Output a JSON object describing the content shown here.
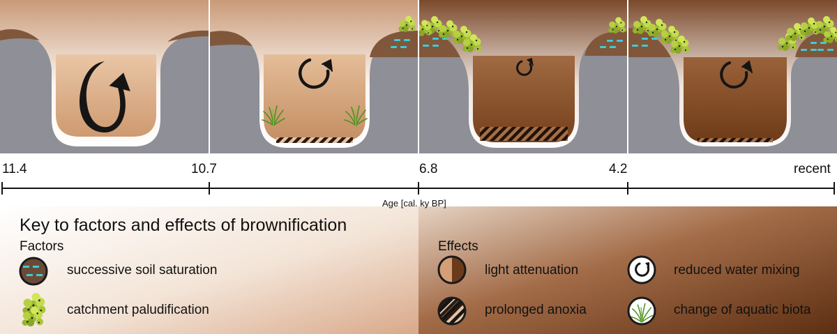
{
  "diagram": {
    "panel_count": 4,
    "ages": [
      "11.4",
      "10.7",
      "6.8",
      "4.2",
      "recent"
    ],
    "axis_title": "Age [cal. ky BP]",
    "colors": {
      "rock": "#8e8f97",
      "water_early": "#d49f77",
      "water_late": "#7a4320",
      "soil": "#80573a",
      "moss": "#a8c63a",
      "saturation_dash": "#38c8d6"
    }
  },
  "key": {
    "title": "Key to factors and effects of brownification",
    "factors_heading": "Factors",
    "effects_heading": "Effects",
    "factors": [
      {
        "label": "successive soil saturation",
        "icon": "soil-saturation-icon"
      },
      {
        "label": "catchment paludification",
        "icon": "moss-icon"
      }
    ],
    "effects": [
      {
        "label": "light attenuation",
        "icon": "light-attenuation-icon"
      },
      {
        "label": "reduced water mixing",
        "icon": "water-mixing-icon"
      },
      {
        "label": "prolonged anoxia",
        "icon": "anoxia-icon"
      },
      {
        "label": "change of aquatic biota",
        "icon": "aquatic-biota-icon"
      }
    ]
  }
}
